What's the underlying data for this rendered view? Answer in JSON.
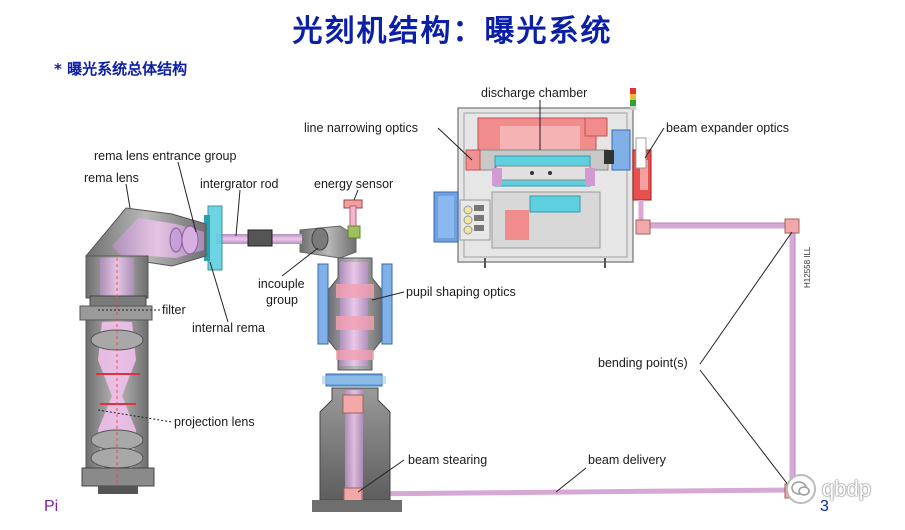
{
  "title": "光刻机结构：曝光系统",
  "subtitle": "* 曝光系统总体结构",
  "labels": {
    "discharge_chamber": "discharge chamber",
    "line_narrowing_optics": "line narrowing optics",
    "beam_expander_optics": "beam expander optics",
    "rema_lens_entrance_group": "rema lens entrance group",
    "rema_lens": "rema lens",
    "intergrator_rod": "intergrator rod",
    "energy_sensor": "energy sensor",
    "incouple": "incouple",
    "group": "group",
    "filter": "filter",
    "internal_rema": "internal rema",
    "pupil_shaping_optics": "pupil shaping optics",
    "projection_lens": "projection lens",
    "bending_points": "bending point(s)",
    "beam_stearing": "beam stearing",
    "beam_delivery": "beam delivery",
    "figure_code": "H12558 ILL"
  },
  "footer": {
    "left": "Pi",
    "right": "3"
  },
  "watermark": {
    "text": "qbdp",
    "icon": "wechat-logo-icon"
  },
  "colors": {
    "title": "#0b1fa8",
    "beam": "#d9a6d6",
    "machine_grey": "#8c8c8c",
    "lens_blue": "#6fa8dc",
    "accent_red": "#e8515a",
    "cyan": "#5fd0e0"
  }
}
